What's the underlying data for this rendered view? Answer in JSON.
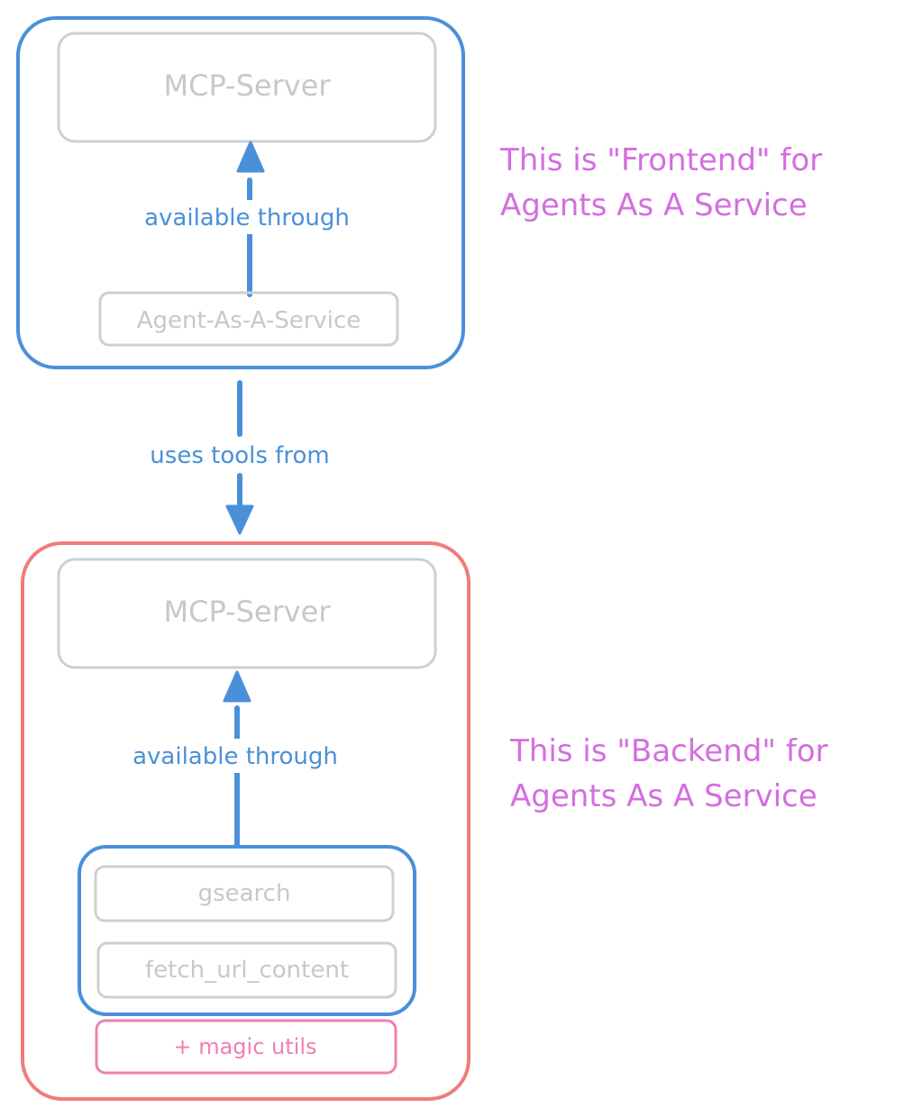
{
  "colors": {
    "frontend_border": "#4a90d9",
    "backend_border": "#f07b7b",
    "gray_box": "#cfcfcf",
    "gray_text": "#c8c8c8",
    "blue_text": "#4a90d9",
    "purple_text": "#d46ee0",
    "pink": "#f07fb0"
  },
  "frontend": {
    "server_label": "MCP-Server",
    "edge_label": "available through",
    "agent_label": "Agent-As-A-Service",
    "note_line1": "This is \"Frontend\" for",
    "note_line2": "Agents As A Service"
  },
  "connector": {
    "label": "uses tools from"
  },
  "backend": {
    "server_label": "MCP-Server",
    "edge_label": "available through",
    "tools": [
      "gsearch",
      "fetch_url_content"
    ],
    "extra_label": "+ magic utils",
    "note_line1": "This is \"Backend\" for",
    "note_line2": "Agents As A Service"
  }
}
